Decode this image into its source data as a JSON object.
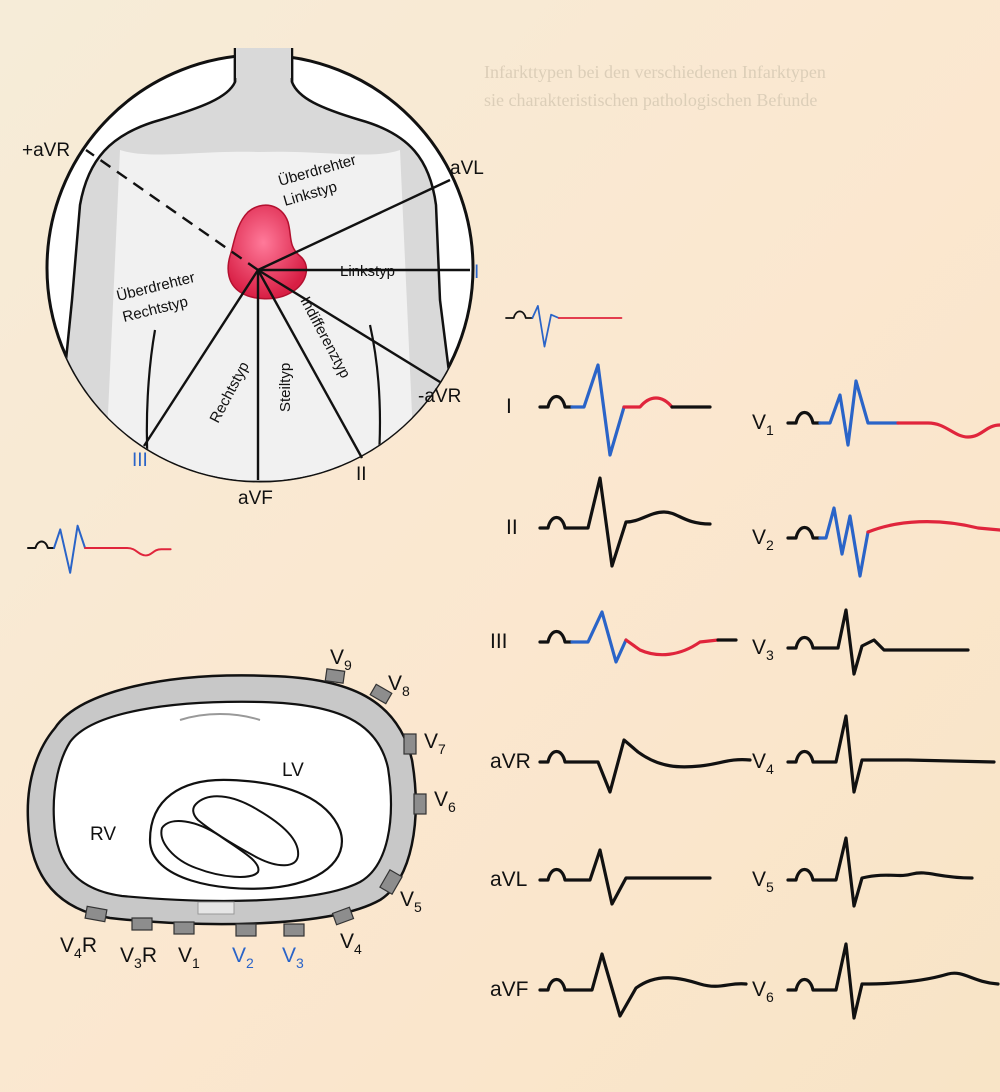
{
  "colors": {
    "background": "#fbeed6",
    "trace_black": "#111111",
    "trace_blue": "#2a64c8",
    "trace_red": "#e0253c",
    "heart": "#e0253c",
    "electrode": "#8d8d8d"
  },
  "background_text": {
    "line1": "Infarkttypen bei den verschiedenen Infarktypen",
    "line2": "sie charakteristischen pathologischen Befunde"
  },
  "axis_diagram": {
    "axes": {
      "plus_avr": "+aVR",
      "avl": "aVL",
      "i": "I",
      "minus_avr": "-aVR",
      "ii": "II",
      "avf": "aVF",
      "iii": "III"
    },
    "types": {
      "ueberdrehter_linkstyp_1": "Überdrehter",
      "ueberdrehter_linkstyp_2": "Linkstyp",
      "linkstyp": "Linkstyp",
      "ueberdrehter_rechtstyp_1": "Überdrehter",
      "ueberdrehter_rechtstyp_2": "Rechtstyp",
      "rechtstyp": "Rechtstyp",
      "steiltyp": "Steiltyp",
      "indifferenztyp": "Indifferenztyp"
    }
  },
  "cross_section": {
    "lv": "LV",
    "rv": "RV",
    "electrodes": {
      "v9": "V",
      "v9_sub": "9",
      "v8": "V",
      "v8_sub": "8",
      "v7": "V",
      "v7_sub": "7",
      "v6": "V",
      "v6_sub": "6",
      "v5": "V",
      "v5_sub": "5",
      "v4": "V",
      "v4_sub": "4",
      "v3": "V",
      "v3_sub": "3",
      "v2": "V",
      "v2_sub": "2",
      "v1": "V",
      "v1_sub": "1",
      "v3r": "V",
      "v3r_sub": "3",
      "v3r_suffix": "R",
      "v4r": "V",
      "v4r_sub": "4",
      "v4r_suffix": "R"
    }
  },
  "leads": {
    "left": [
      {
        "key": "I",
        "label": "I",
        "sub": ""
      },
      {
        "key": "II",
        "label": "II",
        "sub": ""
      },
      {
        "key": "III",
        "label": "III",
        "sub": ""
      },
      {
        "key": "aVR",
        "label": "aVR",
        "sub": ""
      },
      {
        "key": "aVL",
        "label": "aVL",
        "sub": ""
      },
      {
        "key": "aVF",
        "label": "aVF",
        "sub": ""
      }
    ],
    "right": [
      {
        "key": "V1",
        "label": "V",
        "sub": "1"
      },
      {
        "key": "V2",
        "label": "V",
        "sub": "2"
      },
      {
        "key": "V3",
        "label": "V",
        "sub": "3"
      },
      {
        "key": "V4",
        "label": "V",
        "sub": "4"
      },
      {
        "key": "V5",
        "label": "V",
        "sub": "5"
      },
      {
        "key": "V6",
        "label": "V",
        "sub": "6"
      }
    ]
  }
}
